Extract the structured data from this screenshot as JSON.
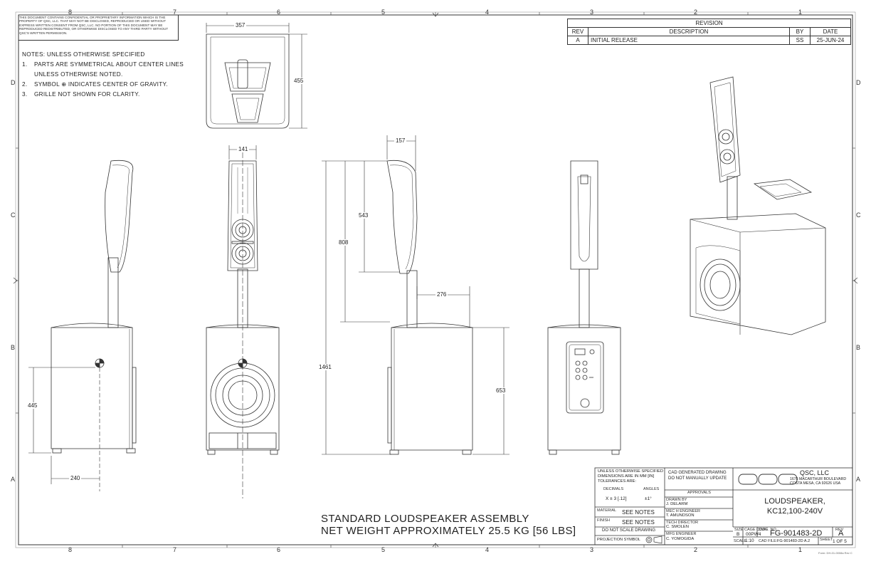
{
  "zones_top": [
    "8",
    "7",
    "6",
    "5",
    "4",
    "3",
    "2",
    "1"
  ],
  "zones_side": [
    "D",
    "C",
    "B",
    "A"
  ],
  "confidential": "THIS DOCUMENT CONTAINS CONFIDENTIAL OR PROPRIETARY INFORMATION WHICH IS THE PROPERTY OF QSC, LLC. THAT MAY NOT BE DISCLOSED, REPRODUCED OR USED WITHOUT EXPRESS WRITTEN CONSENT FROM QSC, LLC. NO PORTION OF THIS DOCUMENT MAY BE REPRODUCED REDISTRIBUTED, OR OTHERWISE DISCLOSED TO ANY THIRD PARTY WITHOUT QSC'S WRITTEN PERMISSION.",
  "notes": {
    "heading": "NOTES: UNLESS OTHERWISE SPECIFIED",
    "items": [
      {
        "num": "1.",
        "text": "PARTS ARE SYMMETRICAL ABOUT CENTER LINES"
      },
      {
        "num": "",
        "text": "UNLESS OTHERWISE NOTED."
      },
      {
        "num": "2.",
        "text": "SYMBOL ⊕ INDICATES CENTER OF GRAVITY."
      },
      {
        "num": "3.",
        "text": "GRILLE NOT SHOWN FOR CLARITY."
      }
    ]
  },
  "revision": {
    "title": "REVISION",
    "headers": {
      "rev": "REV",
      "desc": "DESCRIPTION",
      "by": "BY",
      "date": "DATE"
    },
    "row": {
      "rev": "A",
      "desc": "INITIAL RELEASE",
      "by": "SS",
      "date": "25-JUN-24"
    }
  },
  "dims": {
    "d357": "357",
    "d455": "455",
    "d141": "141",
    "d157": "157",
    "d543": "543",
    "d808": "808",
    "d276": "276",
    "d1461": "1461",
    "d653": "653",
    "d445": "445",
    "d240": "240"
  },
  "title_lines": {
    "line1": "STANDARD LOUDSPEAKER ASSEMBLY",
    "line2": "NET WEIGHT APPROXIMATELY 25.5 KG [56 LBS]"
  },
  "title_block": {
    "tol_head1": "UNLESS OTHERWISE SPECIFIED",
    "tol_head2": "DIMENSIONS ARE IN MM [IN]",
    "tol_head3": "TOLERANCES ARE:",
    "decimals_label": "DECIMALS",
    "angles_label": "ANGLES",
    "decimals_val": "X ± 3 [.12]",
    "angles_val": "±1°",
    "material_label": "MATERIAL",
    "material_val": "SEE NOTES",
    "finish_label": "FINISH",
    "finish_val": "SEE NOTES",
    "no_scale": "DO NOT SCALE DRAWING",
    "projection": "PROJECTION SYMBOL",
    "cad1": "CAD GENERATED DRAWING",
    "cad2": "DO NOT MANUALLY UPDATE",
    "approvals": "APPROVALS",
    "drawn_label": "DRAWN BY",
    "drawn_val": "J. DELARM",
    "mech_label": "MEC H ENGINEER",
    "mech_val": "T. AMUNDSON",
    "tech_label": "TECH DIRECTOR",
    "tech_val": "C. SMOLEN",
    "mfg_label": "MFG ENGINEER",
    "mfg_val": "C. YOMOGIDA",
    "company": "QSC, LLC",
    "address1": "1675 MACARTHUR BOULEVARD",
    "address2": "COSTA MESA, CA 92626 USA",
    "part1": "LOUDSPEAKER,",
    "part2": "KC12,100-240V",
    "size_label": "SIZE",
    "size_val": "B",
    "cage_label": "CAGE CODE",
    "cage_val": "00PW4",
    "dwg_label": "DWG. NO.",
    "dwg_val": "FG-901483-2D",
    "rev_label": "REV",
    "rev_val": "A",
    "scale_label": "SCALE",
    "scale_val": "1:10",
    "cadfile_label": "CAD FILE:",
    "cadfile_val": "FG-901483-2D A.2",
    "sheet_label": "SHEET",
    "sheet_val": "1 OF 5",
    "form": "Form: DH-01-0008a Rev C"
  },
  "colors": {
    "line": "#333333",
    "paper": "#ffffff"
  }
}
